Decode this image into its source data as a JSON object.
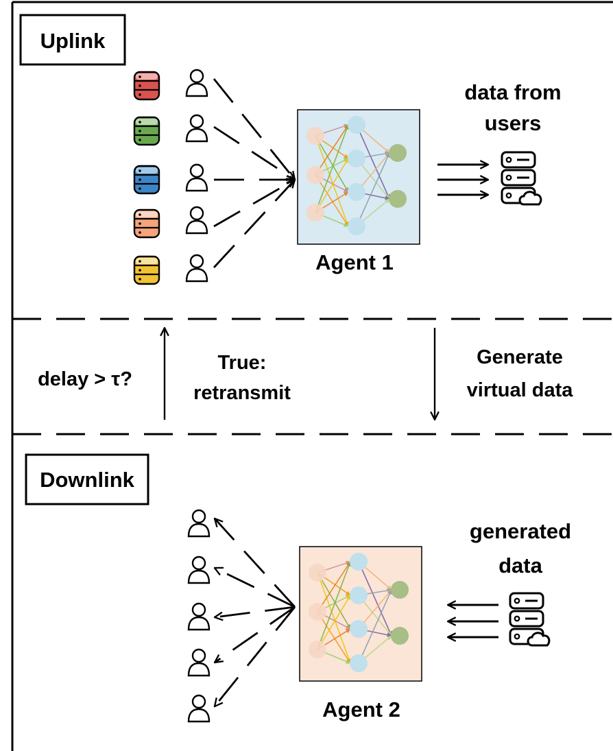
{
  "uplink": {
    "title": "Uplink",
    "agent_label": "Agent 1",
    "server_caption": [
      "data from",
      "users"
    ],
    "database_colors": [
      "#d9534f",
      "#6aa84f",
      "#3d85c6",
      "#f4a37a",
      "#f1c232"
    ]
  },
  "middle": {
    "condition": "delay > τ?",
    "true_action": [
      "True:",
      "retransmit"
    ],
    "generate_action": [
      "Generate",
      "virtual data"
    ]
  },
  "downlink": {
    "title": "Downlink",
    "agent_label": "Agent 2",
    "server_caption": [
      "generated",
      "data"
    ]
  },
  "colors": {
    "agent1_fill": "#d9eaf2",
    "agent2_fill": "#fbe5d6",
    "input_node": "#f6d6c4",
    "hidden_node": "#bfe0ec",
    "output_node": "#a7be87"
  },
  "icons": {
    "user": "user-icon",
    "database": "database-icon",
    "server": "cloud-server-icon",
    "neural_net": "neural-network-icon"
  }
}
